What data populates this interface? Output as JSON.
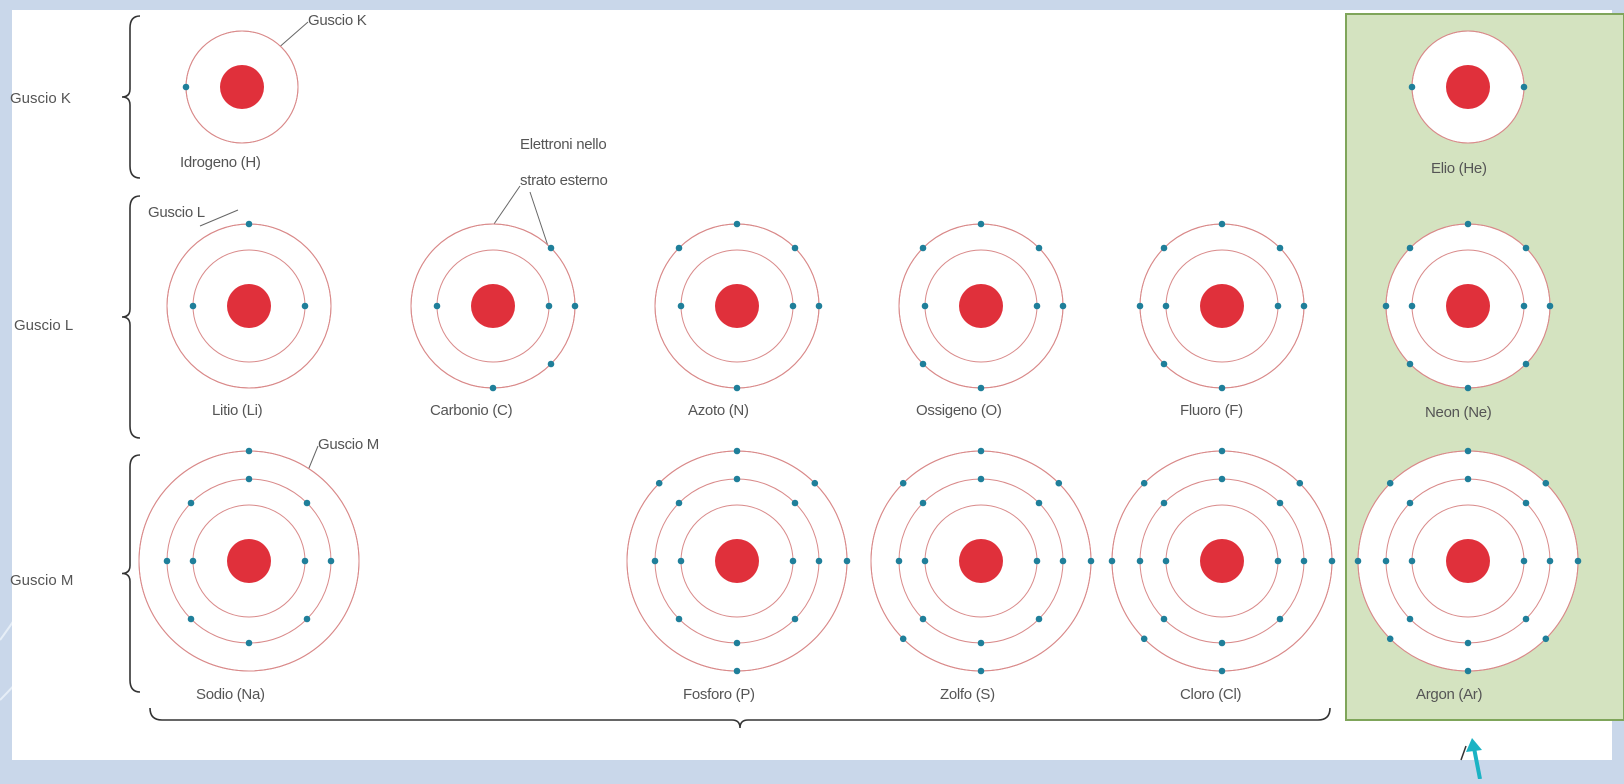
{
  "row_labels": [
    "Guscio K",
    "Guscio L",
    "Guscio M"
  ],
  "annotations": {
    "shell_k": "Guscio K",
    "shell_l": "Guscio L",
    "shell_m": "Guscio M",
    "outer_electrons_line1": "Elettroni nello",
    "outer_electrons_line2": "strato esterno"
  },
  "elements": [
    {
      "name": "Idrogeno (H)",
      "electrons": [
        1
      ]
    },
    {
      "name": "Elio (He)",
      "electrons": [
        2
      ]
    },
    {
      "name": "Litio (Li)",
      "electrons": [
        2,
        1
      ]
    },
    {
      "name": "Carbonio (C)",
      "electrons": [
        2,
        4
      ]
    },
    {
      "name": "Azoto (N)",
      "electrons": [
        2,
        5
      ]
    },
    {
      "name": "Ossigeno (O)",
      "electrons": [
        2,
        6
      ]
    },
    {
      "name": "Fluoro (F)",
      "electrons": [
        2,
        7
      ]
    },
    {
      "name": "Neon (Ne)",
      "electrons": [
        2,
        8
      ]
    },
    {
      "name": "Sodio (Na)",
      "electrons": [
        2,
        8,
        1
      ]
    },
    {
      "name": "Fosforo (P)",
      "electrons": [
        2,
        8,
        5
      ]
    },
    {
      "name": "Zolfo (S)",
      "electrons": [
        2,
        8,
        6
      ]
    },
    {
      "name": "Cloro (Cl)",
      "electrons": [
        2,
        8,
        7
      ]
    },
    {
      "name": "Argon (Ar)",
      "electrons": [
        2,
        8,
        8
      ]
    }
  ],
  "colors": {
    "page_background": "#c9d7ea",
    "panel": "#ffffff",
    "noble_gas_panel": "#d4e3c0",
    "noble_gas_border": "#7fa55a",
    "nucleus": "#e0303b",
    "orbit": "#d98a8a",
    "electron": "#1f7f9a",
    "label_text": "#555555",
    "pointer_arrow": "#1bb3c4"
  }
}
